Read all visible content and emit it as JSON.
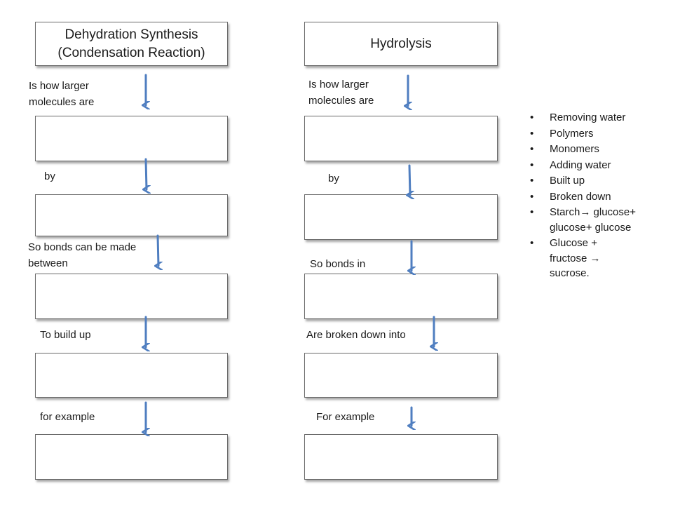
{
  "left_column": {
    "title_line1": "Dehydration Synthesis",
    "title_line2": "(Condensation Reaction)",
    "labels": [
      "Is how larger molecules are",
      "by",
      "So bonds can be made between",
      "To build up",
      "for example"
    ],
    "label_lines": {
      "l0a": "Is how larger",
      "l0b": "molecules are",
      "l1": "by",
      "l2a": "So bonds can be made",
      "l2b": "between",
      "l3": "To build up",
      "l4": "for example"
    }
  },
  "right_column": {
    "title": "Hydrolysis",
    "labels": [
      "Is how larger molecules are",
      "by",
      "So bonds in",
      "Are broken down into",
      "For example"
    ],
    "label_lines": {
      "l0a": "Is how larger",
      "l0b": "molecules are",
      "l1": "by",
      "l2": "So bonds in",
      "l3": "Are broken down into",
      "l4": "For example"
    }
  },
  "word_bank": {
    "items": [
      "Removing water",
      "Polymers",
      "Monomers",
      "Adding water",
      "Built up",
      "Broken down",
      "Starch→ glucose+ glucose+ glucose",
      "Glucose + fructose → sucrose."
    ],
    "item_parts": {
      "starch_a": "Starch",
      "starch_b": " glucose+",
      "starch_c": "glucose+ glucose",
      "glucose_a": "Glucose +",
      "glucose_b": "fructose ",
      "glucose_c": "sucrose."
    },
    "arrow_glyph": "→"
  },
  "colors": {
    "arrow": "#4f7ec0",
    "box_border": "#6a6a6a",
    "text": "#1a1a1a"
  }
}
